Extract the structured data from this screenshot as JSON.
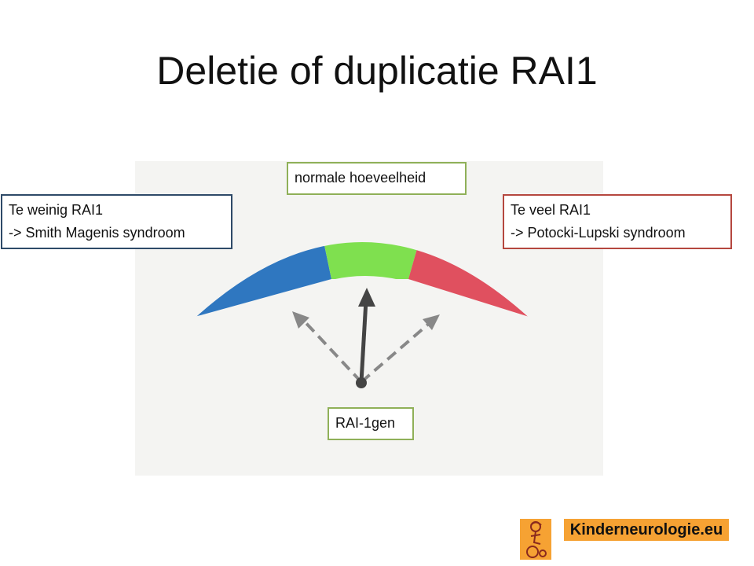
{
  "title": "Deletie of duplicatie RAI1",
  "labels": {
    "normal": "normale hoeveelheid",
    "low_line1": "Te weinig RAI1",
    "low_line2": "-> Smith Magenis syndroom",
    "high_line1": "Te veel RAI1",
    "high_line2": "-> Potocki-Lupski syndroom",
    "gene": "RAI-1gen"
  },
  "logo": {
    "text": "Kinderneurologie.eu",
    "color": "#f6a233"
  },
  "colors": {
    "low": "#2f77c0",
    "normal": "#7fe04f",
    "high": "#e0505f",
    "border_normal": "#8fb058",
    "border_low": "#2e4a68",
    "border_high": "#b5473f"
  }
}
